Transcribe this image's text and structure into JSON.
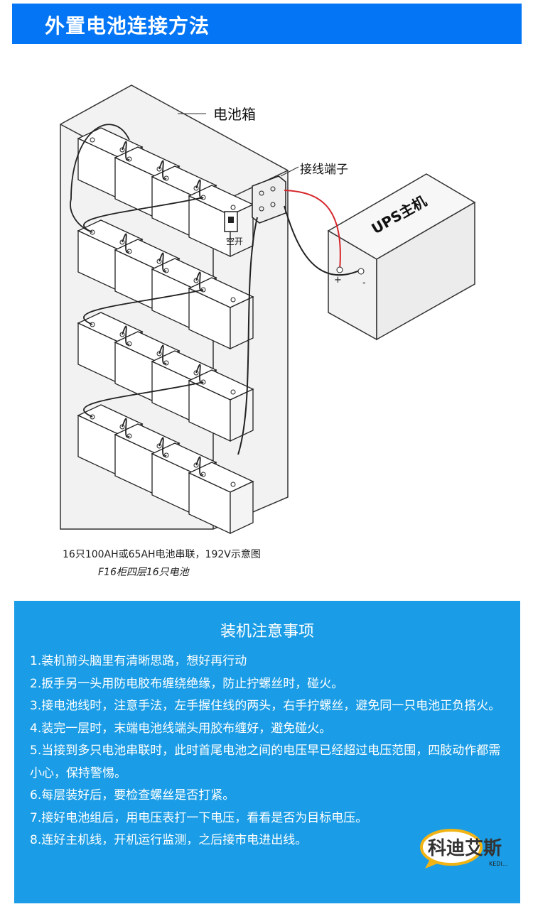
{
  "header": {
    "title": "外置电池连接方法"
  },
  "diagram": {
    "labels": {
      "battery_box": "电池箱",
      "terminal": "接线端子",
      "breaker": "空开",
      "ups": "UPS主机",
      "plus": "+",
      "minus": "-"
    },
    "caption_line1": "16只100AH或65AH电池串联，192V示意图",
    "caption_line2": "F16柜四层16只电池",
    "colors": {
      "positive_wire": "#d6262b",
      "wire": "#222222"
    }
  },
  "notes": {
    "title": "装机注意事项",
    "items": [
      "1.装机前头脑里有清晰思路，想好再行动",
      "2.扳手另一头用防电胶布缠绕绝缘，防止拧螺丝时，碰火。",
      "3.接电池线时，注意手法，左手握住线的两头，右手拧螺丝，避免同一只电池正负搭火。",
      "4.装完一层时，末端电池线端头用胶布缠好，避免碰火。",
      "5.当接到多只电池串联时，此时首尾电池之间的电压早已经超过电压范围，四肢动作都需小心，保持警惕。",
      "6.每层装好后，要检查螺丝是否打紧。",
      "7.接好电池组后，用电压表打一下电压，看看是否为目标电压。",
      "8.连好主机线，开机运行监测，之后接市电进出线。"
    ]
  },
  "logo": {
    "text": "科迪艾斯",
    "subtext": "KEDI..."
  }
}
